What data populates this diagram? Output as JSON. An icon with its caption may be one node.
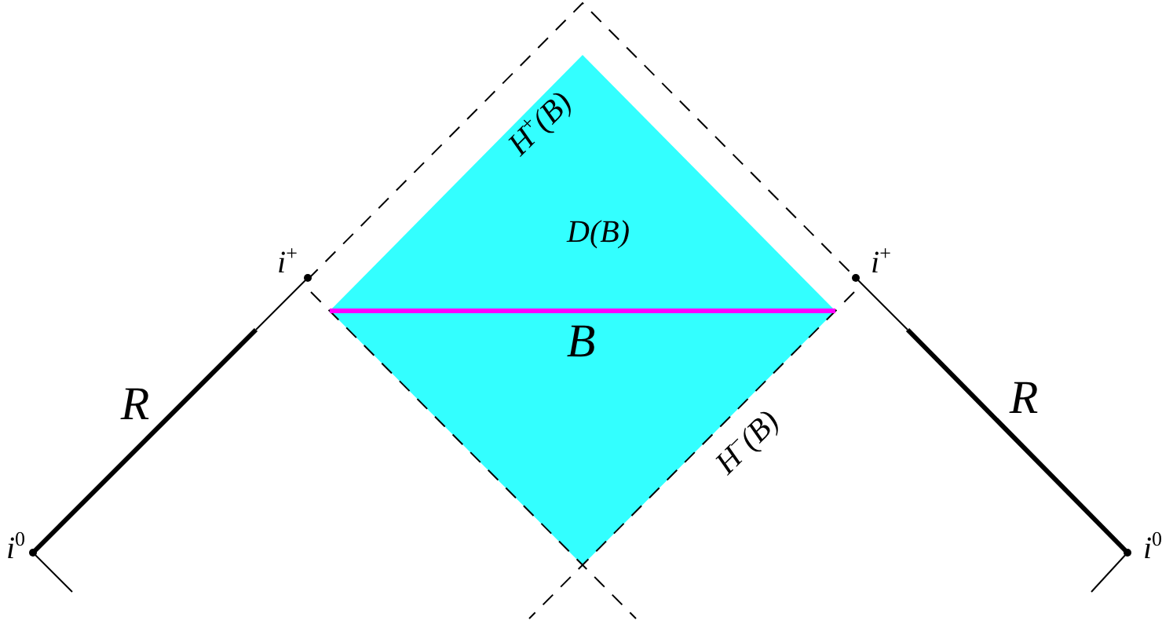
{
  "diagram": {
    "nodes": [
      {
        "text": [
          "D(B)"
        ]
      }
    ],
    "labels": [
      "H$^{+}$(B)",
      "i$^{+}$",
      "i$^{+}$",
      "B",
      "R",
      "R",
      "H$^{−}$(B)",
      "i$^{0}$",
      "i$^{0}$"
    ]
  }
}
